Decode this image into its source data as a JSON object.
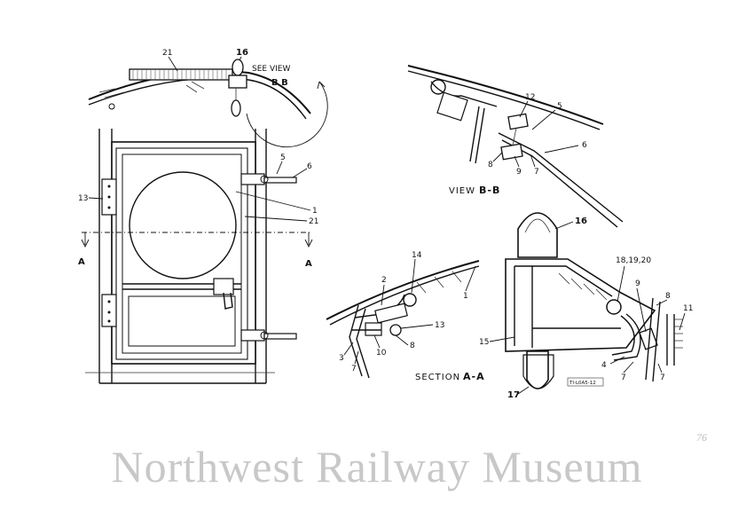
{
  "callouts": {
    "top_view": {
      "c21": "21",
      "c16": "16",
      "see_view_a": "SEE  VIEW",
      "see_view_b": "B  B"
    },
    "front_view": {
      "c5": "5",
      "c6": "6",
      "c13": "13",
      "c1": "1",
      "c21b": "21",
      "sec_left": "A",
      "sec_right": "A"
    },
    "view_bb": {
      "c12": "12",
      "c5": "5",
      "c6": "6",
      "c8": "8",
      "c9": "9",
      "c7": "7",
      "caption_prefix": "VIEW",
      "caption_ref": "B-B"
    },
    "section_aa": {
      "c14": "14",
      "c1": "1",
      "c2": "2",
      "c13": "13",
      "c8": "8",
      "c10": "10",
      "c3": "3",
      "c7": "7",
      "caption_prefix": "SECTION",
      "caption_ref": "A-A"
    },
    "detail": {
      "c16": "16",
      "c18": "18,19,20",
      "c9": "9",
      "c8": "8",
      "c11": "11",
      "c15": "15",
      "c4": "4",
      "c7a": "7",
      "c7b": "7",
      "c17": "17",
      "stamp": "TI-L0A5-12"
    }
  },
  "watermark": "Northwest Railway Museum",
  "corner_mark": "76"
}
